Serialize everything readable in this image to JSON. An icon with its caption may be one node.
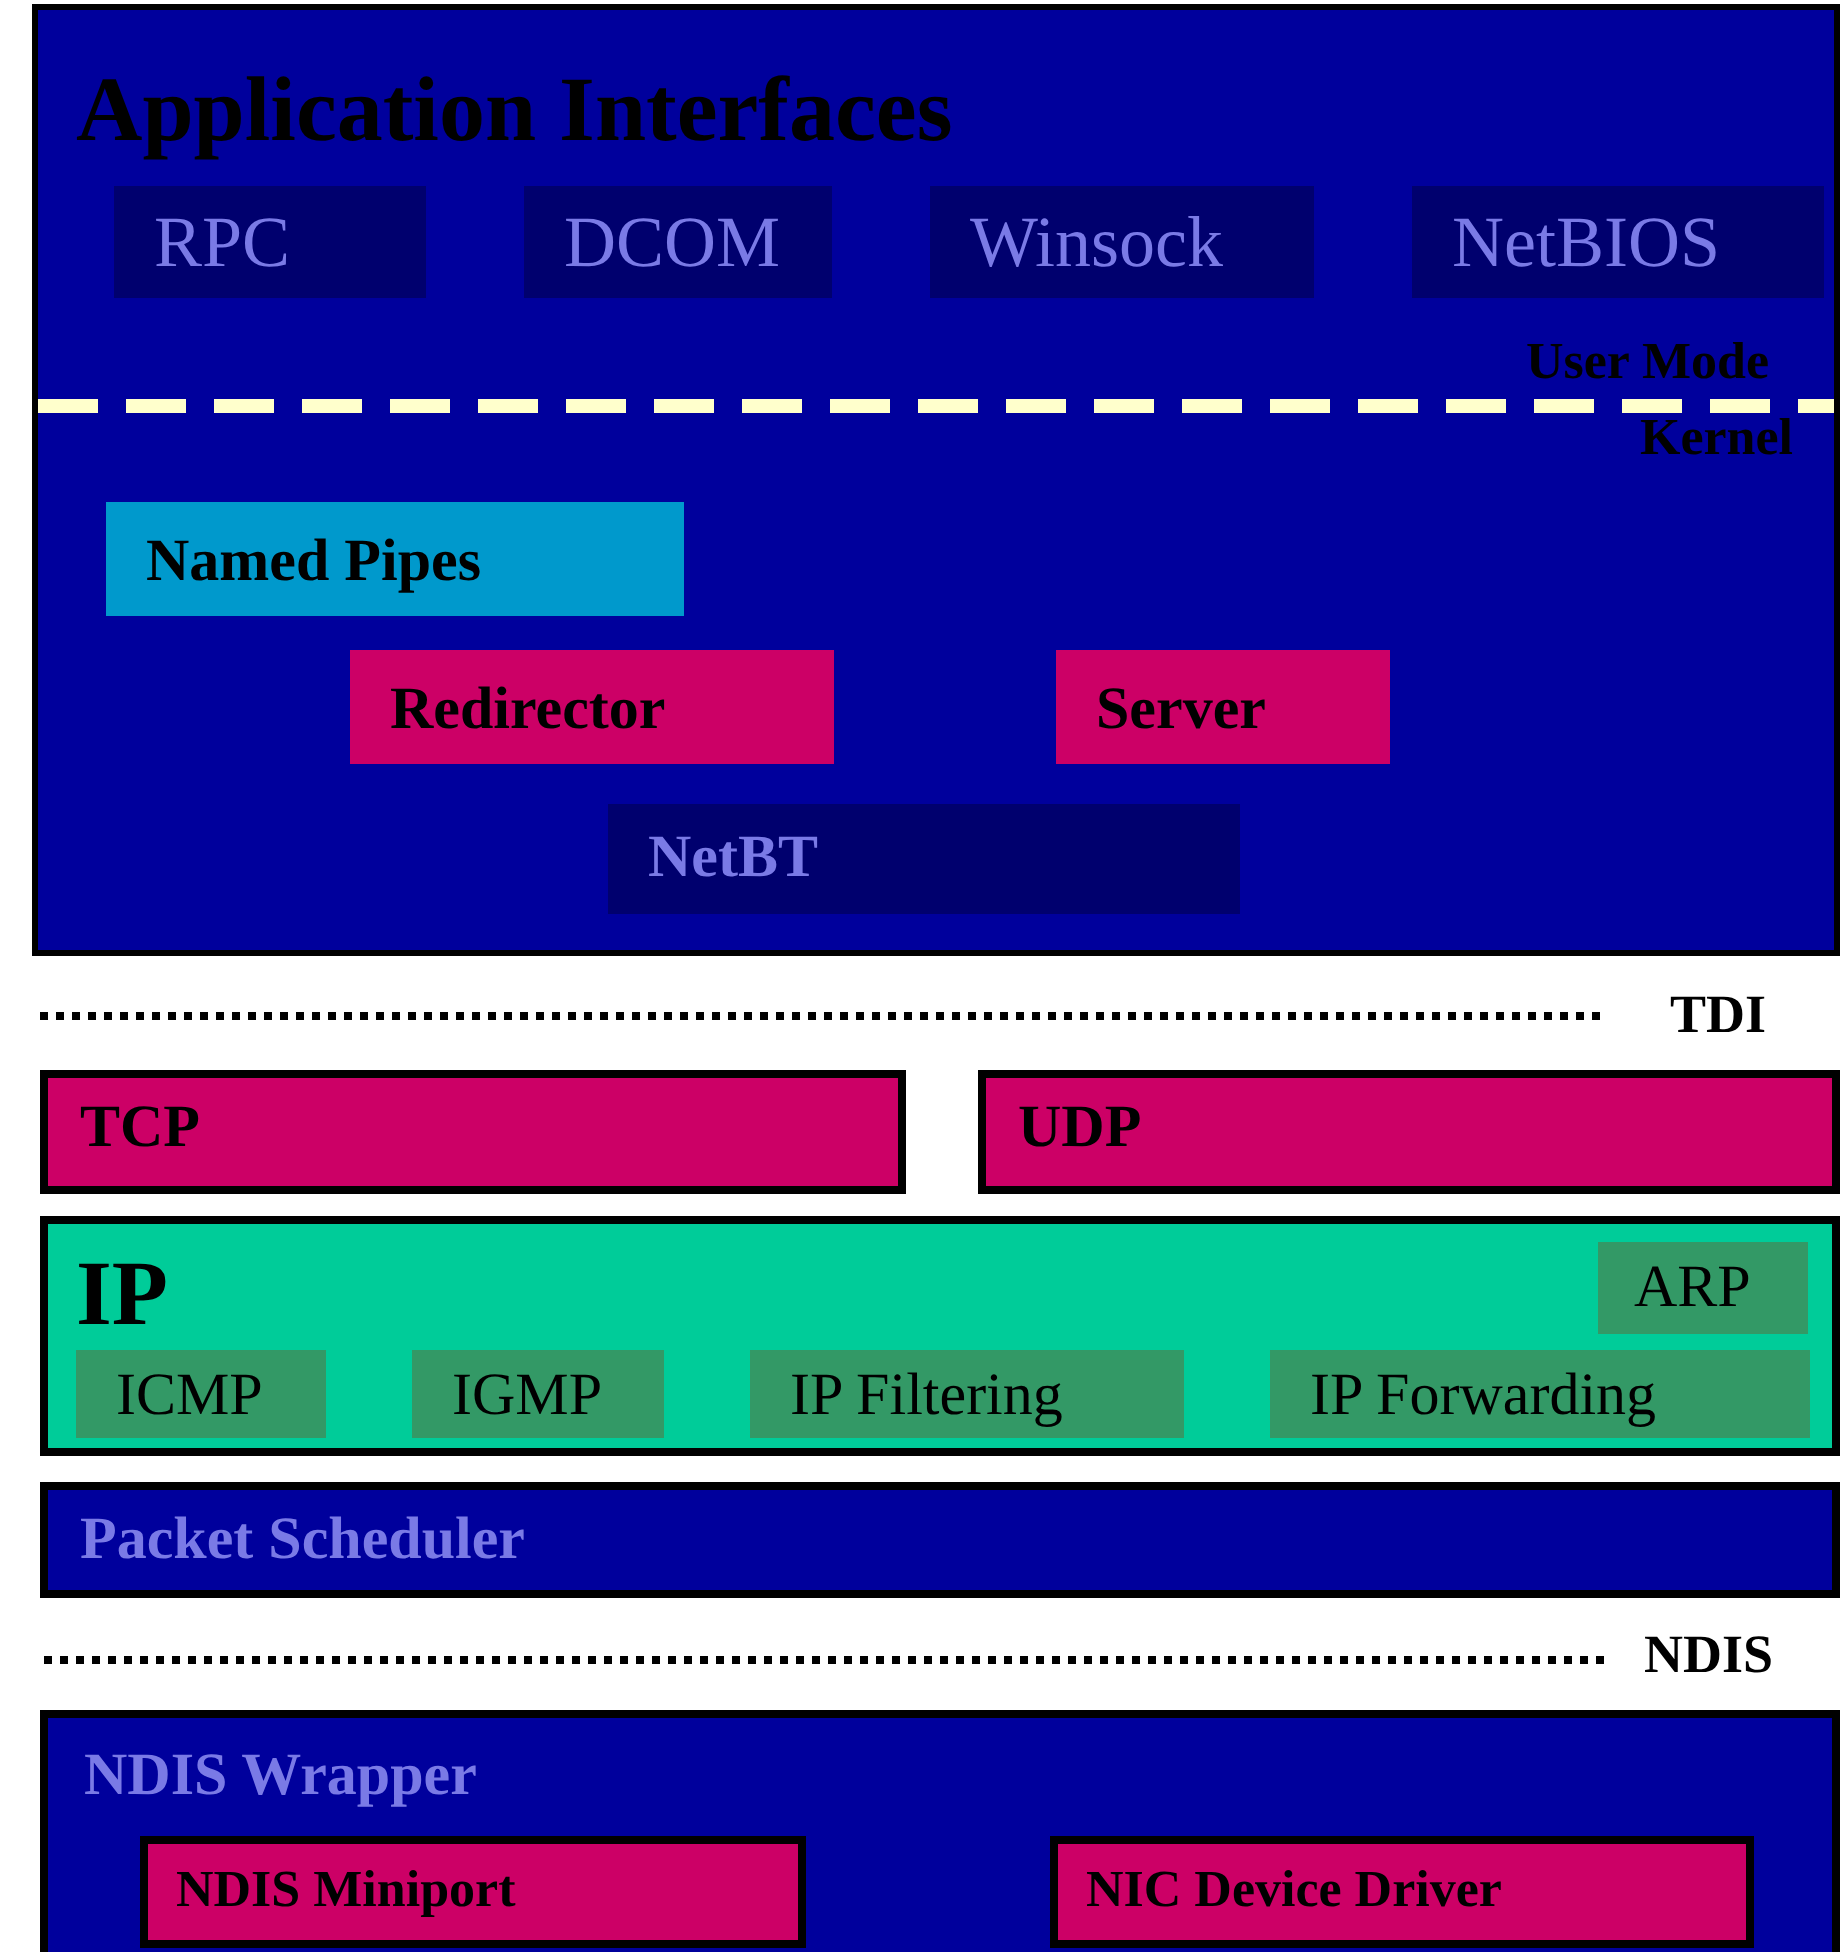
{
  "diagram": {
    "nodes": [
      {
        "text": [
          "Application Interfaces"
        ]
      },
      {
        "text": [
          "RPC"
        ],
        "in": 0
      },
      {
        "text": [
          "DCOM"
        ],
        "in": 0
      },
      {
        "text": [
          "Winsock"
        ],
        "in": 0
      },
      {
        "text": [
          "NetBIOS"
        ],
        "in": 0
      },
      {
        "text": [
          "Named Pipes"
        ],
        "in": 0
      },
      {
        "text": [
          "Redirector"
        ],
        "in": 0
      },
      {
        "text": [
          "Server"
        ],
        "in": 0
      },
      {
        "text": [
          "NetBT"
        ],
        "in": 0
      },
      {
        "text": [
          "TCP"
        ]
      },
      {
        "text": [
          "UDP"
        ]
      },
      {
        "text": [
          "IP"
        ]
      },
      {
        "text": [
          "ARP"
        ],
        "in": 11
      },
      {
        "text": [
          "ICMP"
        ],
        "in": 11
      },
      {
        "text": [
          "IGMP"
        ],
        "in": 11
      },
      {
        "text": [
          "IP Filtering"
        ],
        "in": 11
      },
      {
        "text": [
          "IP Forwarding"
        ],
        "in": 11
      },
      {
        "text": [
          "Packet Scheduler"
        ]
      },
      {
        "text": [
          "NDIS Wrapper"
        ]
      },
      {
        "text": [
          "NDIS Miniport"
        ],
        "in": 18
      },
      {
        "text": [
          "NIC Device Driver"
        ],
        "in": 18
      }
    ],
    "labels": [
      "User Mode",
      "Kernel",
      "TDI",
      "NDIS"
    ]
  }
}
